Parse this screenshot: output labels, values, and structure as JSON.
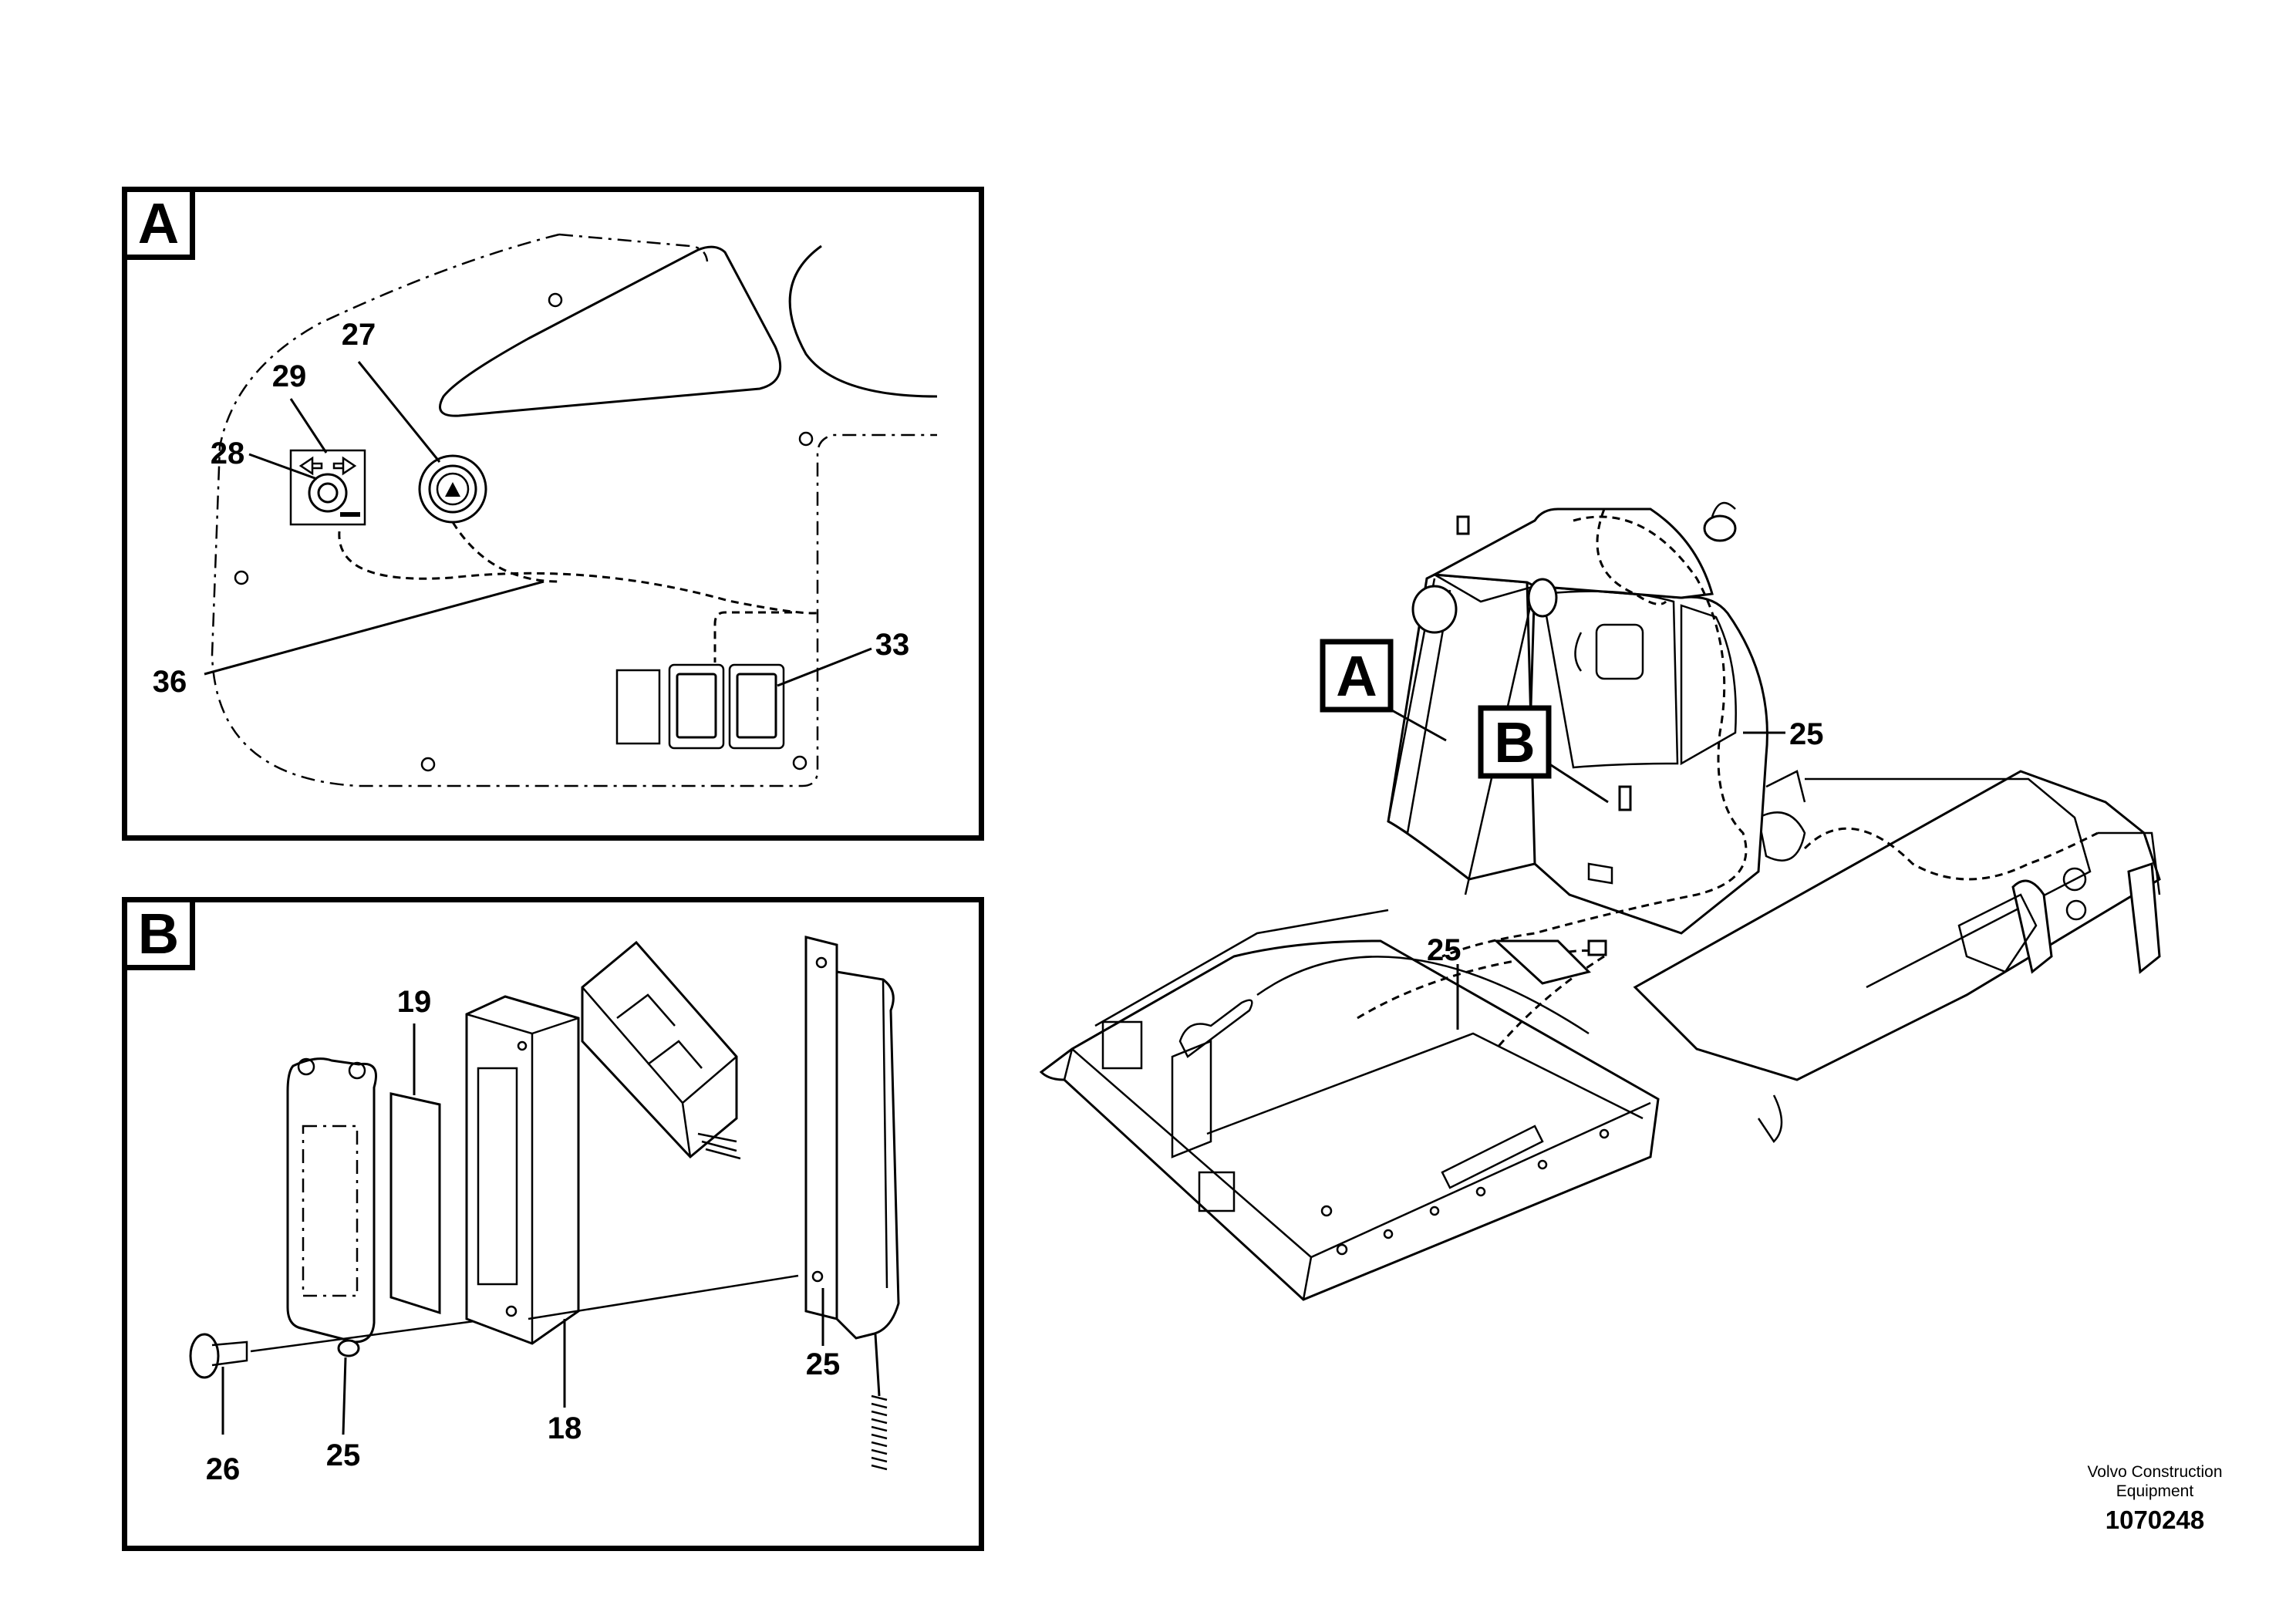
{
  "panels": {
    "a": {
      "tag": "A"
    },
    "b": {
      "tag": "B"
    }
  },
  "main_view": {
    "label_a": "A",
    "label_b": "B"
  },
  "callouts": {
    "a27": "27",
    "a29": "29",
    "a28": "28",
    "a36": "36",
    "a33": "33",
    "b19": "19",
    "b25_right": "25",
    "b18": "18",
    "b25_left": "25",
    "b26": "26",
    "m25_upper": "25",
    "m25_lower": "25"
  },
  "footer": {
    "brand_line1": "Volvo Construction",
    "brand_line2": "Equipment",
    "drawing_number": "1070248"
  }
}
